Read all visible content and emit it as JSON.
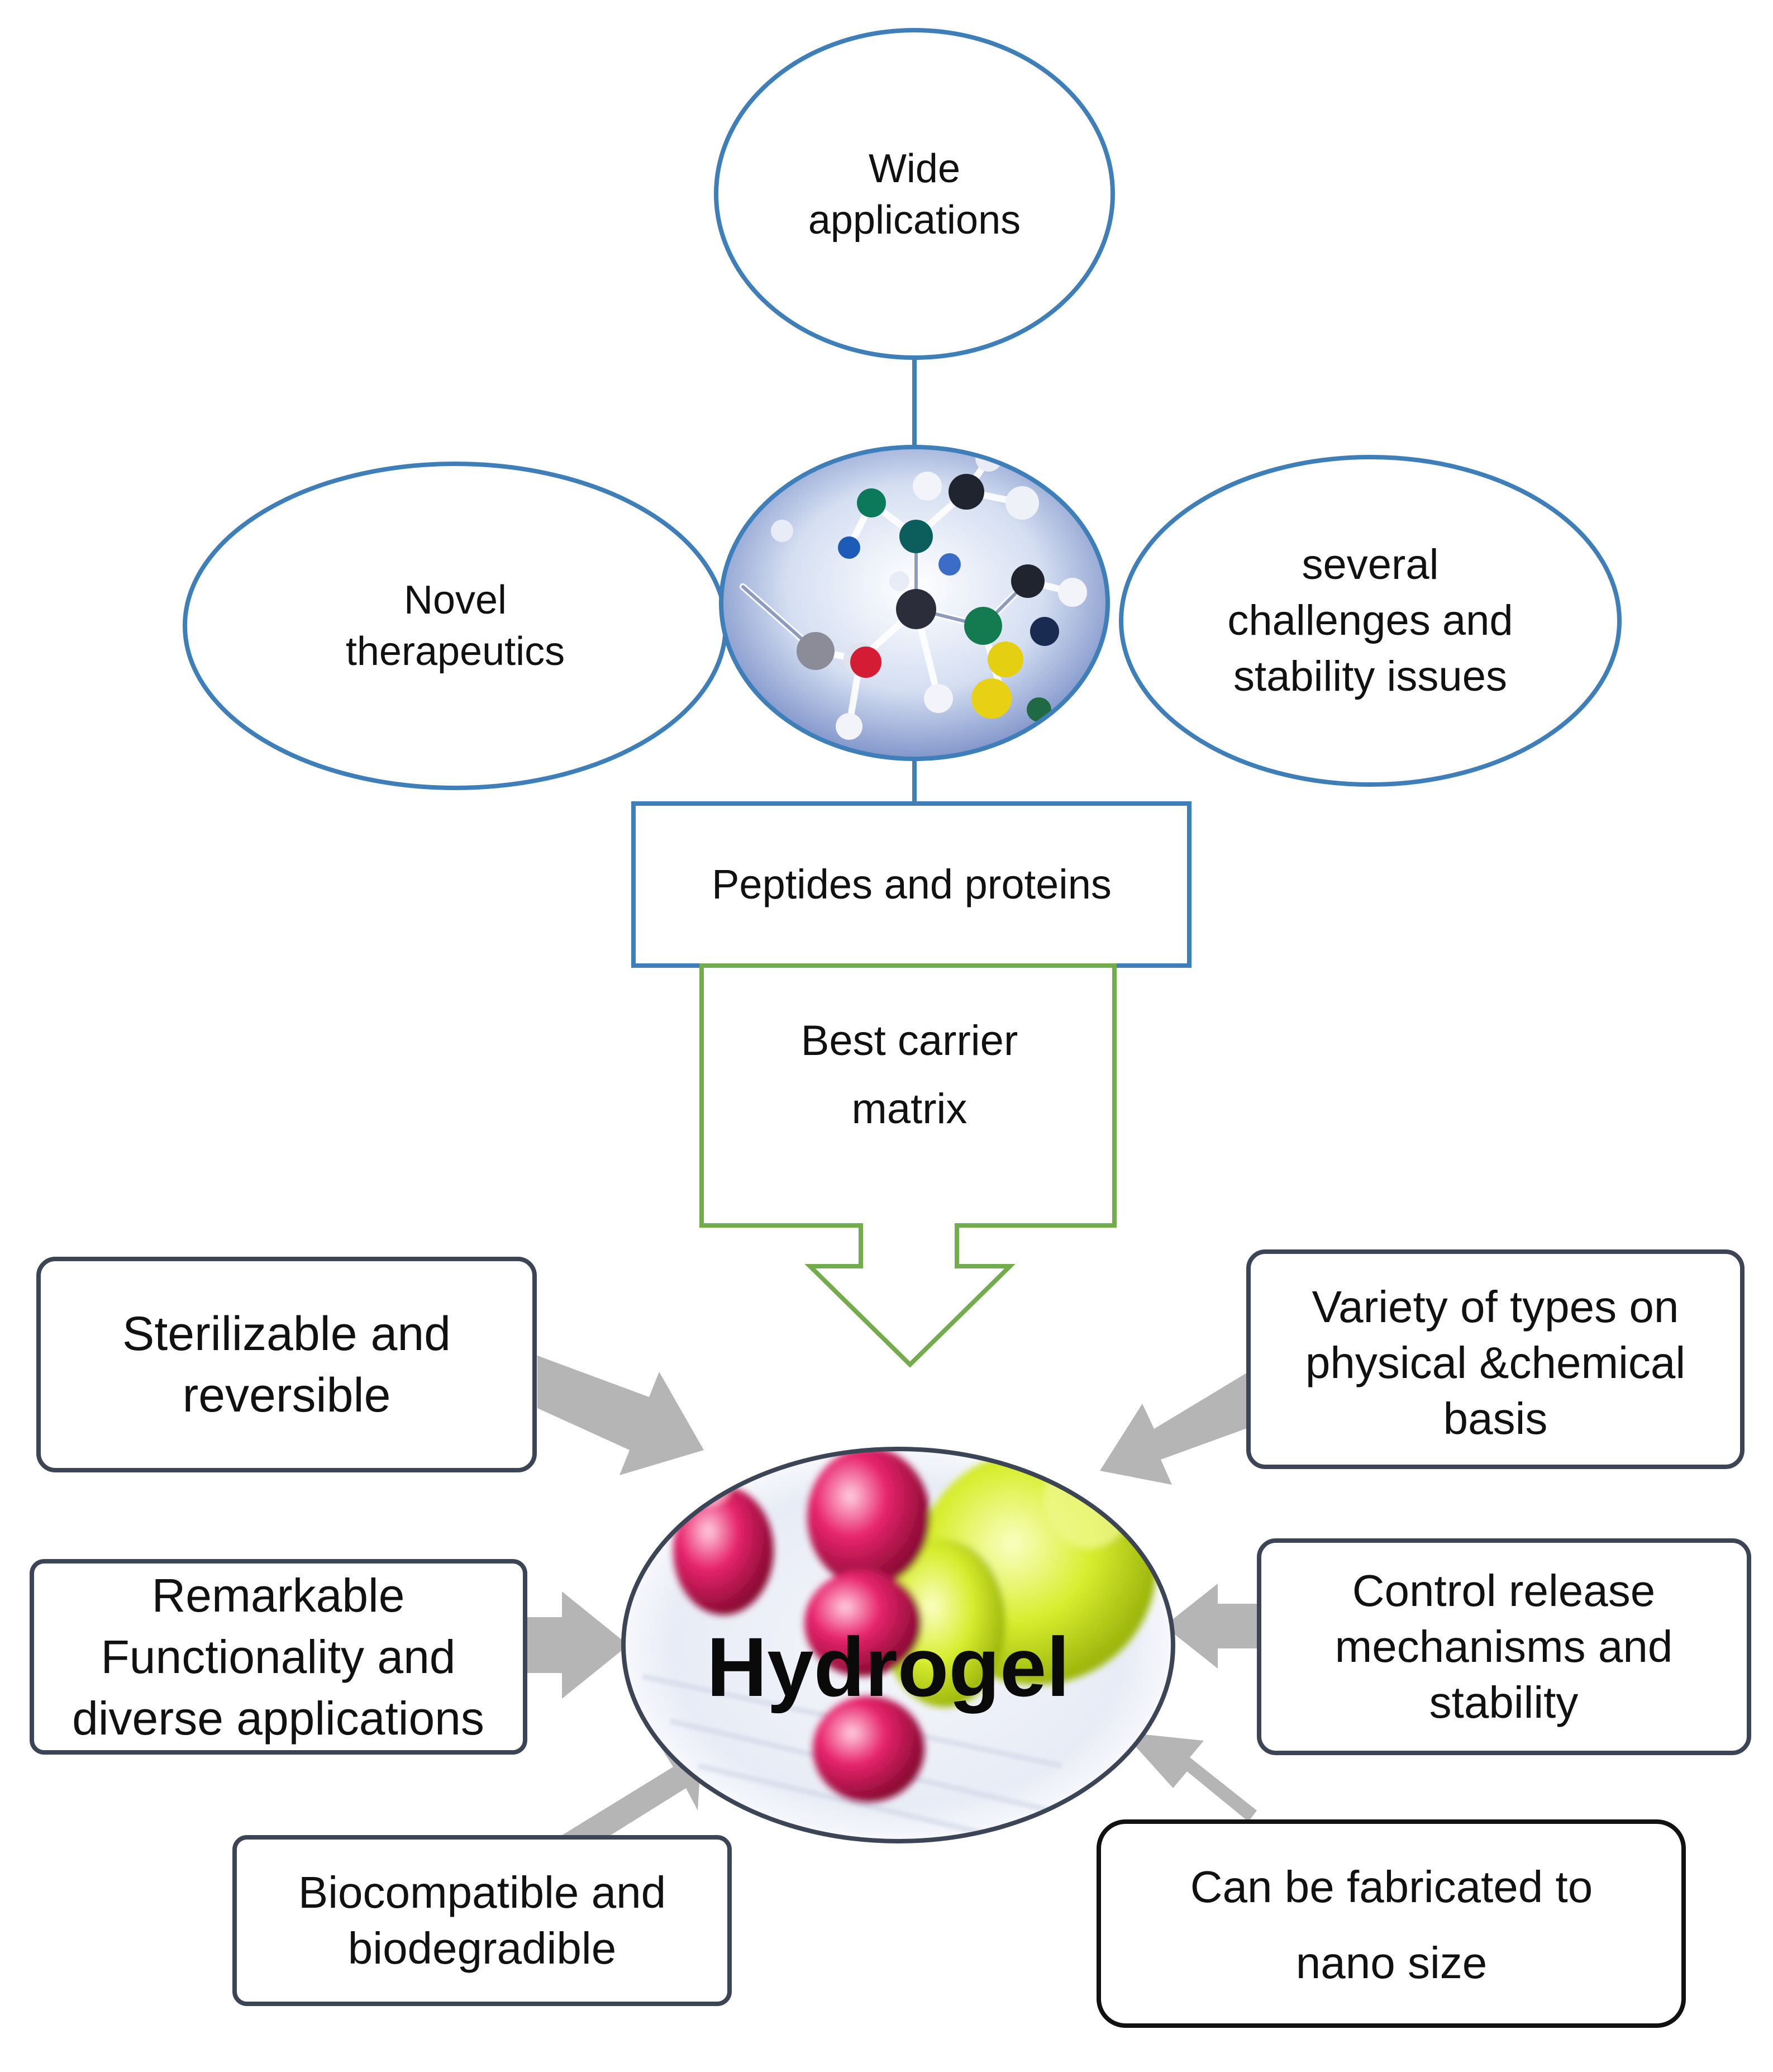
{
  "top": {
    "wide_line1": "Wide",
    "wide_line2": "applications"
  },
  "left_node": {
    "line1": "Novel",
    "line2": "therapeutics"
  },
  "right_node": {
    "line1": "several",
    "line2": "challenges and",
    "line3": "stability issues"
  },
  "center_box": {
    "label": "Peptides and proteins"
  },
  "arrow_down": {
    "line1": "Best carrier",
    "line2": "matrix"
  },
  "hub": {
    "label": "Hydrogel"
  },
  "properties": {
    "sterilizable": {
      "line1": "Sterilizable and",
      "line2": "reversible"
    },
    "variety": {
      "line1": "Variety of types on",
      "line2": "physical &chemical",
      "line3": "basis"
    },
    "functionality": {
      "line1": "Remarkable",
      "line2": "Functionality and",
      "line3": "diverse applications"
    },
    "control": {
      "line1": "Control release",
      "line2": "mechanisms and",
      "line3": "stability"
    },
    "biocompatible": {
      "line1": "Biocompatible and",
      "line2": "biodegradible"
    },
    "nano": {
      "line1": "Can be fabricated to",
      "line2": "nano size"
    }
  },
  "colors": {
    "ellipse_stroke": "#3f7fb9",
    "arrow_green": "#72ac4c",
    "box_stroke": "#3b4556",
    "gray_arrow": "#b5b5b5"
  },
  "icons": {
    "molecule_image": "molecule-image",
    "hydrogel_image": "hydrogel-image"
  }
}
